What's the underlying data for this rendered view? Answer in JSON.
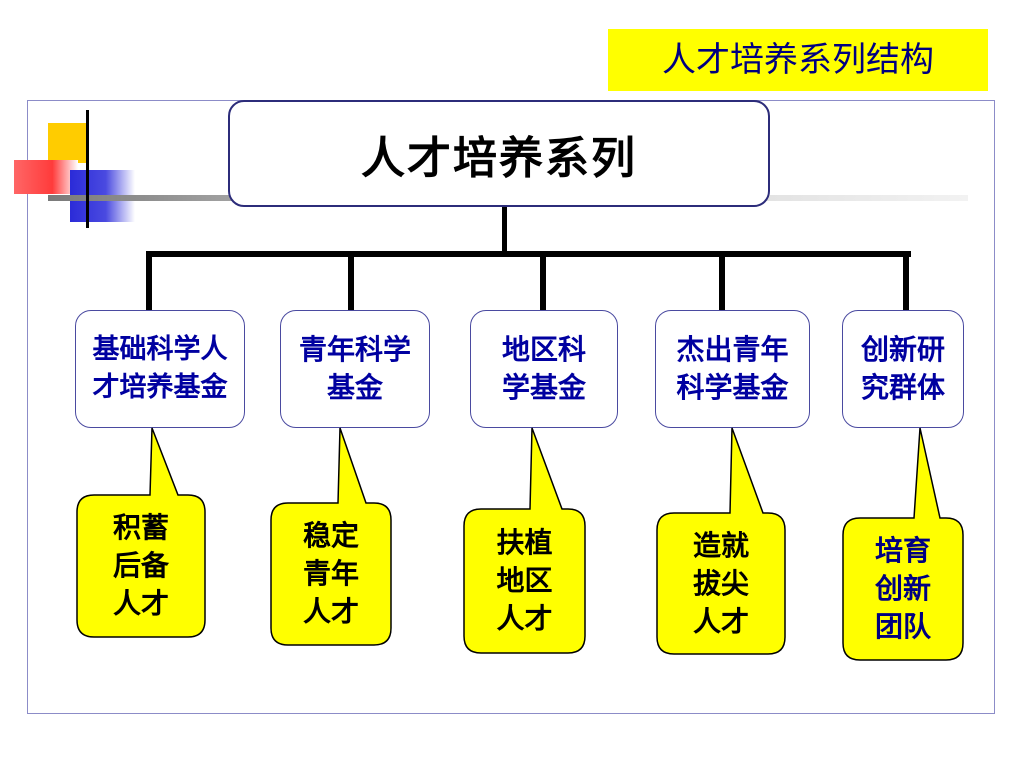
{
  "slide_title": "人才培养系列结构",
  "root": "人才培养系列",
  "branches": [
    {
      "label": "基础科学人\n才培养基金",
      "callout": "积蓄\n后备\n人才"
    },
    {
      "label": "青年科学\n基金",
      "callout": "稳定\n青年\n人才"
    },
    {
      "label": "地区科\n学基金",
      "callout": "扶植\n地区\n人才"
    },
    {
      "label": "杰出青年\n科学基金",
      "callout": "造就\n拔尖\n人才"
    },
    {
      "label": "创新研\n究群体",
      "callout": "培育\n创新\n团队"
    }
  ],
  "colors": {
    "title_bg": "#ffff00",
    "title_text": "#000080",
    "node_text": "#0000a0",
    "callout_fill": "#ffff00"
  }
}
